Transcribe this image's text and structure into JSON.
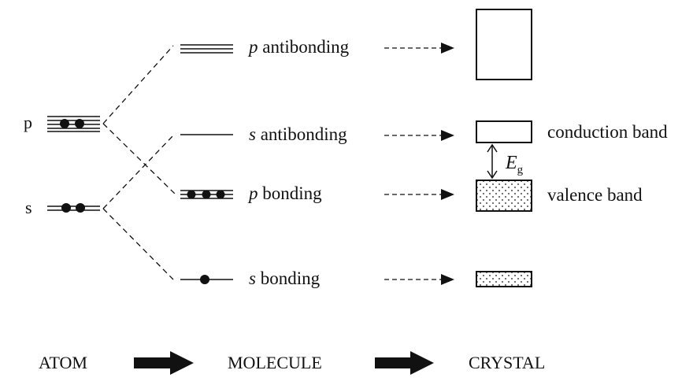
{
  "title": "Atomic orbitals to molecular orbitals to crystal energy bands",
  "colors": {
    "ink": "#111111",
    "background": "#ffffff"
  },
  "atom": {
    "p_label": "p",
    "s_label": "s",
    "p_electrons": 2,
    "s_electrons": 2
  },
  "molecule": {
    "levels": [
      {
        "id": "p-antibonding",
        "prefix": "p",
        "text": " antibonding",
        "electrons": 0,
        "degeneracy": 3
      },
      {
        "id": "s-antibonding",
        "prefix": "s",
        "text": " antibonding",
        "electrons": 0,
        "degeneracy": 1
      },
      {
        "id": "p-bonding",
        "prefix": "p",
        "text": " bonding",
        "electrons": 3,
        "degeneracy": 3
      },
      {
        "id": "s-bonding",
        "prefix": "s",
        "text": " bonding",
        "electrons": 1,
        "degeneracy": 1
      }
    ]
  },
  "crystal": {
    "conduction_band_label": "conduction band",
    "valence_band_label": "valence band",
    "gap_label": "E",
    "gap_subscript": "g"
  },
  "stages": {
    "atom": "ATOM",
    "molecule": "MOLECULE",
    "crystal": "CRYSTAL"
  }
}
